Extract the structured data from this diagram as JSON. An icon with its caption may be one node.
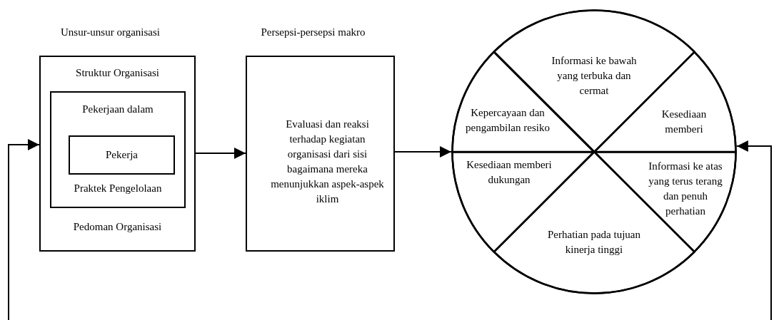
{
  "diagram": {
    "nodes": [
      {
        "text": [
          "Unsur-unsur organisasi",
          "Struktur Organisasi",
          "Pedoman Organisasi"
        ]
      },
      {
        "text": [
          "Pekerjaan dalam",
          "Praktek Pengelolaan"
        ],
        "in": 0
      },
      {
        "text": [
          "Pekerja"
        ],
        "in": 1
      },
      {
        "text": [
          "Persepsi-persepsi makro",
          "Evaluasi dan reaksi terhadap kegiatan organisasi dari sisi bagaimana mereka menunjukkan aspek-aspek iklim"
        ]
      },
      {
        "text": [],
        "shape": "circle"
      },
      {
        "text": [
          "Informasi ke bawah yang terbuka dan cermat"
        ],
        "in": 4
      },
      {
        "text": [
          "Kepercayaan dan pengambilan resiko"
        ],
        "in": 4
      },
      {
        "text": [
          "Kesediaan memberi"
        ],
        "in": 4
      },
      {
        "text": [
          "Kesediaan memberi dukungan"
        ],
        "in": 4
      },
      {
        "text": [
          "Informasi ke atas yang terus terang dan penuh perhatian"
        ],
        "in": 4
      },
      {
        "text": [
          "Perhatian pada tujuan kinerja tinggi"
        ],
        "in": 4
      }
    ],
    "edges": [
      {
        "from": 0,
        "to": 3,
        "arrow": "to"
      },
      {
        "from": 3,
        "to": 4,
        "arrow": "to"
      },
      {
        "from": null,
        "to": 0,
        "arrow": "to"
      },
      {
        "from": null,
        "to": 4,
        "arrow": "to"
      }
    ]
  }
}
